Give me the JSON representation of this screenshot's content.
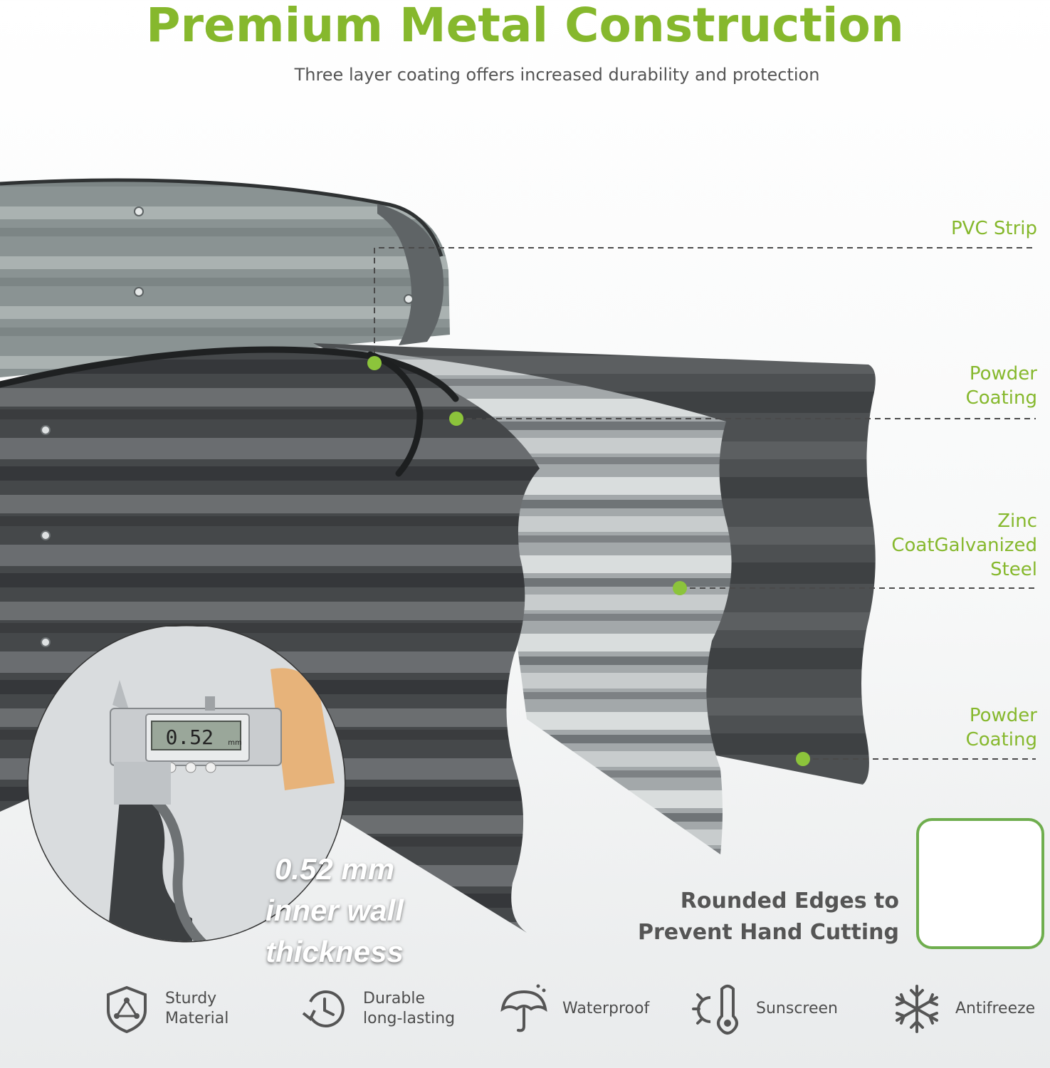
{
  "header": {
    "title": "Premium Metal Construction",
    "subtitle": "Three layer coating offers increased durability and protection"
  },
  "layers": [
    {
      "id": "pvc",
      "label": "PVC Strip"
    },
    {
      "id": "powder-outer",
      "label": "Powder Coating"
    },
    {
      "id": "zinc",
      "label": "Zinc CoatGalvanized Steel"
    },
    {
      "id": "powder-inner",
      "label": "Powder Coating"
    }
  ],
  "caliper": {
    "reading": "0.52",
    "unit": "mm"
  },
  "thickness_callout": {
    "value": "0.52 mm",
    "description": "inner wall thickness"
  },
  "edge_callout": {
    "line1": "Rounded Edges to",
    "line2": "Prevent Hand Cutting"
  },
  "features": [
    {
      "label_line1": "Sturdy",
      "label_line2": "Material",
      "icon": "shield-icon"
    },
    {
      "label_line1": "Durable",
      "label_line2": "long-lasting",
      "icon": "clock-cycle-icon"
    },
    {
      "label_line1": "Waterproof",
      "label_line2": "",
      "icon": "umbrella-icon"
    },
    {
      "label_line1": "Sunscreen",
      "label_line2": "",
      "icon": "sun-thermometer-icon"
    },
    {
      "label_line1": "Antifreeze",
      "label_line2": "",
      "icon": "snowflake-icon"
    }
  ],
  "colors": {
    "accent_green": "#86b82d",
    "metal_dark": "#4a4c4e",
    "metal_light": "#b5bcbc",
    "edge_box_border": "#6fae4e"
  }
}
